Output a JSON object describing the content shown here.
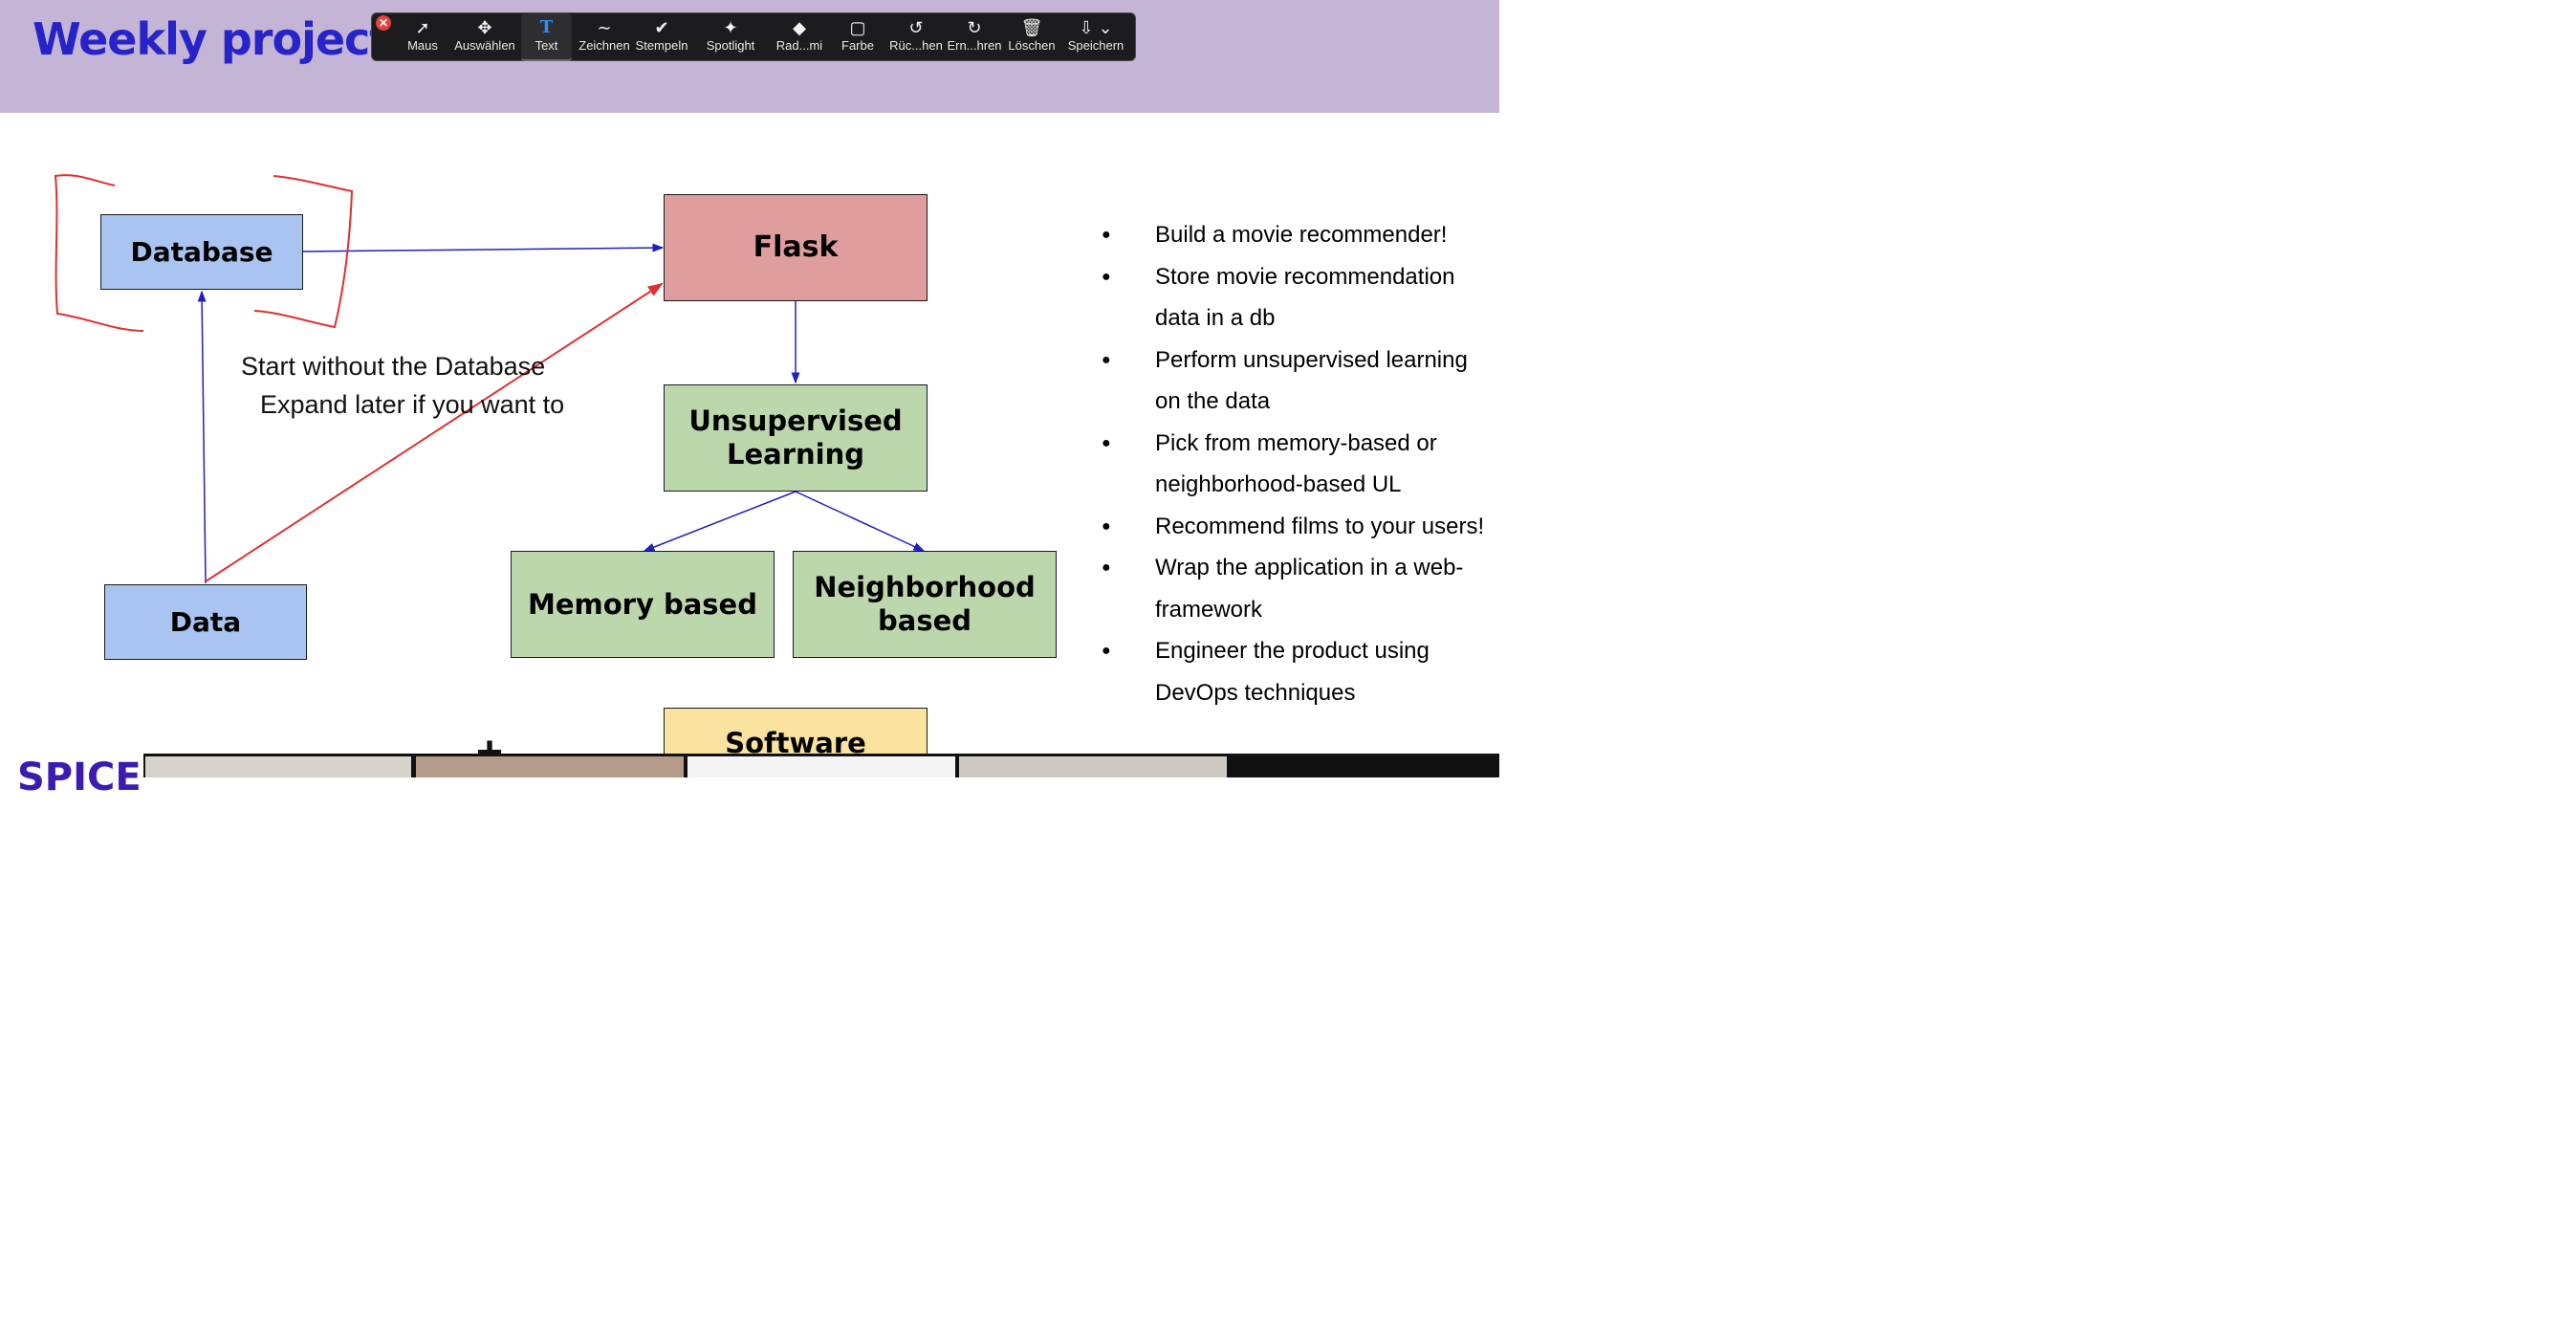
{
  "slide": {
    "title": "Weekly project"
  },
  "toolbar": {
    "close_symbol": "✕",
    "tools": [
      {
        "label": "Maus",
        "icon": "pointer-icon"
      },
      {
        "label": "Auswählen",
        "icon": "move-icon"
      },
      {
        "label": "Text",
        "icon": "text-icon",
        "active": true
      },
      {
        "label": "Zeichnen",
        "icon": "draw-icon"
      },
      {
        "label": "Stempeln",
        "icon": "stamp-icon"
      },
      {
        "label": "Spotlight",
        "icon": "spotlight-icon"
      },
      {
        "label": "Rad...mi",
        "icon": "eraser-icon"
      },
      {
        "label": "Farbe",
        "icon": "color-icon"
      },
      {
        "label": "Rüc...hen",
        "icon": "undo-icon"
      },
      {
        "label": "Ern...hren",
        "icon": "redo-icon"
      },
      {
        "label": "Löschen",
        "icon": "trash-icon"
      },
      {
        "label": "Speichern",
        "icon": "save-icon"
      }
    ]
  },
  "diagram": {
    "database": "Database",
    "flask": "Flask",
    "unsupervised": "Unsupervised Learning",
    "memory": "Memory based",
    "neighborhood": "Neighborhood based",
    "data": "Data",
    "software": "Software",
    "note_line1": "Start without the Database",
    "note_line2": "Expand later if you want to"
  },
  "bullets": [
    "Build a movie recommender!",
    "Store movie recommendation data in a db",
    "Perform unsupervised learning on the data",
    "Pick from memory-based or neighborhood-based UL",
    "Recommend films to  your users!",
    "Wrap the application in a web-framework",
    "Engineer the product using DevOps techniques"
  ],
  "colors": {
    "header_bg": "#c4b4d6",
    "title": "#2623c9",
    "arrow_blue": "#2020c0",
    "annotation_red": "#e03030"
  }
}
